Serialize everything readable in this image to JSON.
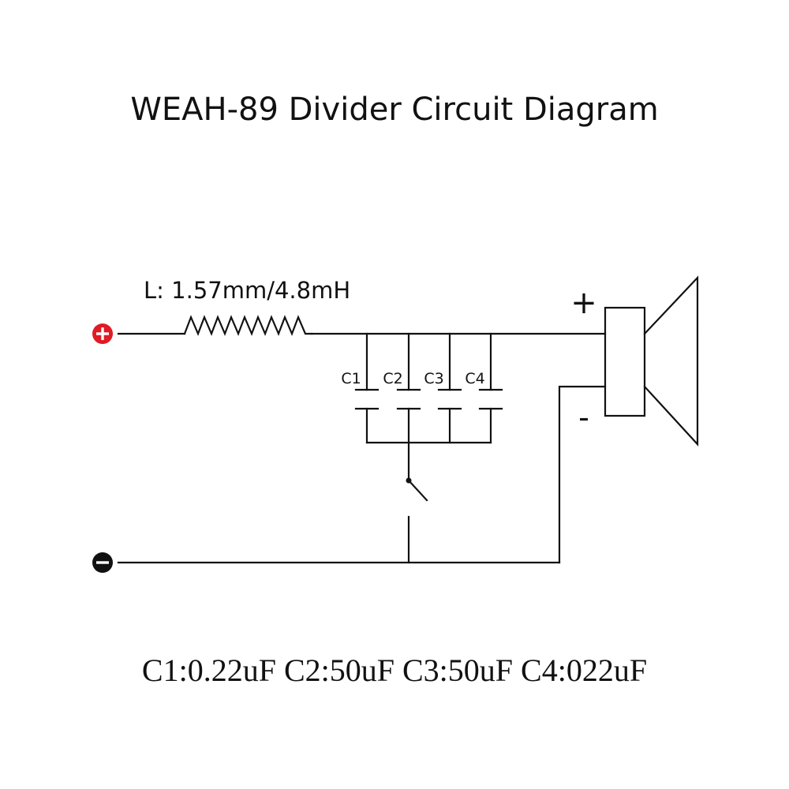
{
  "title": "WEAH-89 Divider Circuit Diagram",
  "inductor_label": "L: 1.57mm/4.8mH",
  "capacitor_labels": [
    "C1",
    "C2",
    "C3",
    "C4"
  ],
  "speaker_plus": "+",
  "speaker_minus": "-",
  "capacitor_values": "C1:0.22uF C2:50uF C3:50uF C4:022uF",
  "colors": {
    "positive_terminal": "#e01b24",
    "negative_terminal": "#111111",
    "wire": "#111111"
  }
}
